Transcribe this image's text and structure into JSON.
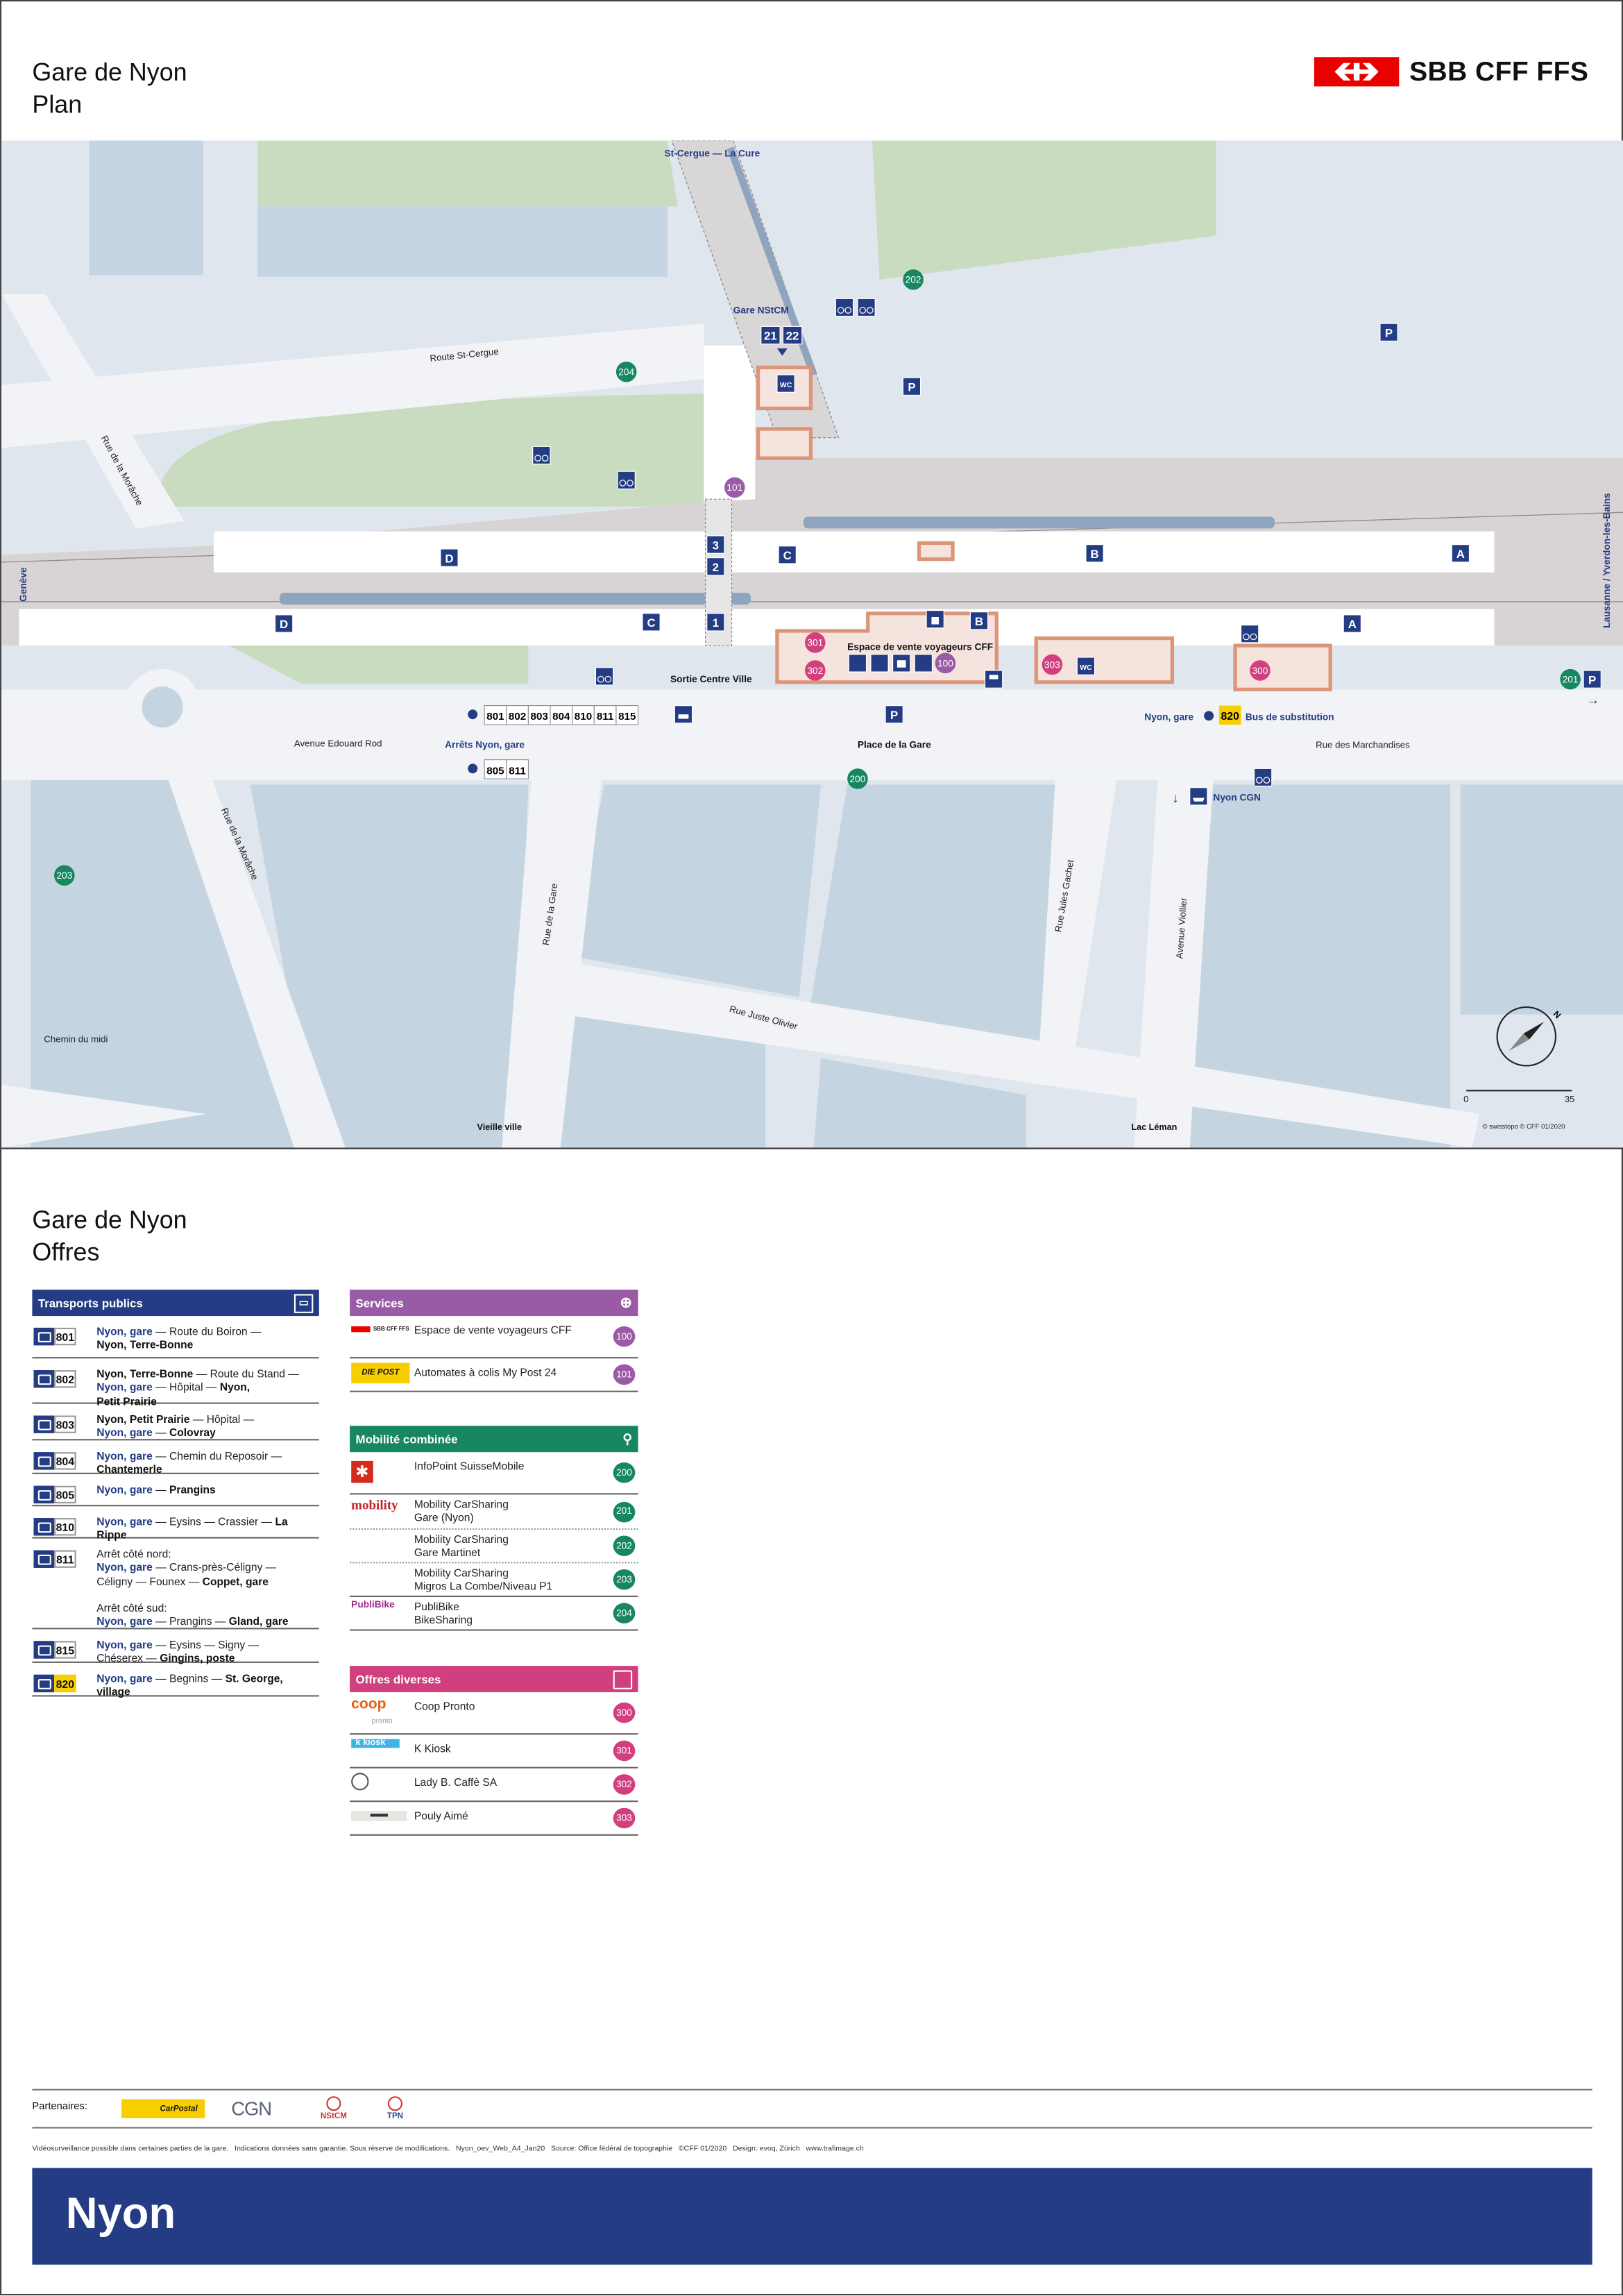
{
  "header": {
    "title": "Gare de Nyon",
    "subtitle": "Plan",
    "brand": "SBB CFF FFS"
  },
  "map": {
    "labels": {
      "st_cergue": "St-Cergue — La Cure",
      "gare_nstcm": "Gare NStCM",
      "route_st_cergue": "Route St-Cergue",
      "rue_moraiche_n": "Rue de la Morâche",
      "rue_moraiche_s": "Rue de la Morâche",
      "geneve": "Genève",
      "lausanne": "Lausanne / Yverdon-les-Bains",
      "sortie": "Sortie Centre Ville",
      "espace": "Espace de vente voyageurs CFF",
      "avenue_rod": "Avenue Edouard Rod",
      "arrets": "Arrêts Nyon, gare",
      "place_gare": "Place de la Gare",
      "nyon_gare": "Nyon, gare",
      "bus_sub": "Bus de substitution",
      "rue_marchandises": "Rue des Marchandises",
      "nyon_cgn": "Nyon CGN",
      "rue_gare": "Rue de la Gare",
      "rue_gachet": "Rue Jules Gachet",
      "av_viollier": "Avenue Viollier",
      "rue_olivier": "Rue Juste Olivier",
      "chemin_midi": "Chemin du midi",
      "vieille_ville": "Vieille ville",
      "lac_leman": "Lac Léman",
      "copyright": "© swisstopo  © CFF 01/2020",
      "scale_0": "0",
      "scale_35": "35",
      "north": "N",
      "wc": "WC",
      "parking": "P"
    },
    "sectors": {
      "a": "A",
      "b": "B",
      "c": "C",
      "d": "D"
    },
    "tracks": {
      "t1": "1",
      "t2": "2",
      "t3": "3",
      "t21": "21",
      "t22": "22"
    },
    "bus_stop_north": [
      "801",
      "802",
      "803",
      "804",
      "810",
      "811",
      "815"
    ],
    "bus_stop_south": [
      "805",
      "811"
    ],
    "replacement_bus": "820",
    "points": {
      "p100": "100",
      "p101": "101",
      "p200": "200",
      "p201": "201",
      "p202": "202",
      "p203": "203",
      "p204": "204",
      "p300": "300",
      "p301": "301",
      "p302": "302",
      "p303": "303"
    }
  },
  "offers": {
    "title": "Gare de Nyon",
    "subtitle": "Offres",
    "transports": {
      "title": "Transports publics",
      "icon": "bus-icon",
      "lines": [
        {
          "number": "801",
          "text": [
            [
              [
                "n",
                "Nyon, gare"
              ],
              [
                "r",
                " — Route du Boiron —"
              ]
            ],
            [
              [
                "b",
                "Nyon, Terre-Bonne"
              ]
            ]
          ]
        },
        {
          "number": "802",
          "text": [
            [
              [
                "b",
                "Nyon, Terre-Bonne"
              ],
              [
                "r",
                " — Route du Stand —"
              ]
            ],
            [
              [
                "n",
                "Nyon, gare"
              ],
              [
                "r",
                " — Hôpital — "
              ],
              [
                "b",
                "Nyon,"
              ]
            ],
            [
              [
                "b",
                "Petit Prairie"
              ]
            ]
          ]
        },
        {
          "number": "803",
          "text": [
            [
              [
                "b",
                "Nyon, Petit Prairie"
              ],
              [
                "r",
                " — Hôpital —"
              ]
            ],
            [
              [
                "n",
                "Nyon, gare"
              ],
              [
                "r",
                " — "
              ],
              [
                "b",
                "Colovray"
              ]
            ]
          ]
        },
        {
          "number": "804",
          "text": [
            [
              [
                "n",
                "Nyon, gare"
              ],
              [
                "r",
                " — Chemin du Reposoir —"
              ]
            ],
            [
              [
                "b",
                "Chantemerle"
              ]
            ]
          ]
        },
        {
          "number": "805",
          "text": [
            [
              [
                "n",
                "Nyon, gare"
              ],
              [
                "r",
                " — "
              ],
              [
                "b",
                "Prangins"
              ]
            ]
          ]
        },
        {
          "number": "810",
          "text": [
            [
              [
                "n",
                "Nyon, gare"
              ],
              [
                "r",
                " — Eysins — Crassier — "
              ],
              [
                "b",
                "La Rippe"
              ]
            ]
          ]
        },
        {
          "number": "811",
          "text": [
            [
              [
                "r",
                "Arrêt côté nord:"
              ]
            ],
            [
              [
                "n",
                "Nyon, gare"
              ],
              [
                "r",
                " — Crans-près-Céligny —"
              ]
            ],
            [
              [
                "r",
                "Céligny — Founex — "
              ],
              [
                "b",
                "Coppet, gare"
              ]
            ],
            [],
            [
              [
                "r",
                "Arrêt côté sud:"
              ]
            ],
            [
              [
                "n",
                "Nyon, gare"
              ],
              [
                "r",
                " — Prangins — "
              ],
              [
                "b",
                "Gland, gare"
              ]
            ]
          ]
        },
        {
          "number": "815",
          "text": [
            [
              [
                "n",
                "Nyon, gare"
              ],
              [
                "r",
                " — Eysins — Signy —"
              ]
            ],
            [
              [
                "r",
                "Chéserex — "
              ],
              [
                "b",
                "Gingins, poste"
              ]
            ]
          ]
        },
        {
          "number": "820",
          "highlight": "#f7cf00",
          "text": [
            [
              [
                "n",
                "Nyon, gare"
              ],
              [
                "r",
                " — Begnins — "
              ],
              [
                "b",
                "St. George, village"
              ]
            ]
          ]
        }
      ]
    },
    "services": {
      "title": "Services",
      "color": "#9a5ba6",
      "items": [
        {
          "logo": "SBB CFF FFS",
          "label": "Espace de vente voyageurs CFF",
          "number": "100"
        },
        {
          "logo": "DIE POST",
          "label": "Automates à colis My Post 24",
          "number": "101"
        }
      ]
    },
    "mobility": {
      "title": "Mobilité combinée",
      "color": "#168760",
      "items": [
        {
          "logo": "",
          "label": "InfoPoint SuisseMobile",
          "number": "200"
        },
        {
          "logo": "mobility",
          "label": "Mobility CarSharing\nGare (Nyon)",
          "number": "201"
        },
        {
          "logo": "",
          "label": "Mobility CarSharing\nGare Martinet",
          "number": "202"
        },
        {
          "logo": "",
          "label": "Mobility CarSharing\nMigros La Combe/Niveau P1",
          "number": "203"
        },
        {
          "logo": "PubliBike",
          "label": "PubliBike\nBikeSharing",
          "number": "204"
        }
      ]
    },
    "diverse": {
      "title": "Offres diverses",
      "color": "#d13f7f",
      "items": [
        {
          "logo": "coop",
          "logo_sub": "pronto",
          "label": "Coop Pronto",
          "number": "300"
        },
        {
          "logo": "k kiosk",
          "label": "K Kiosk",
          "number": "301"
        },
        {
          "logo": "",
          "label": "Lady B. Caffè SA",
          "number": "302"
        },
        {
          "logo": "",
          "label": "Pouly Aimé",
          "number": "303"
        }
      ]
    }
  },
  "partners": {
    "label": "Partenaires:",
    "logos": [
      "CarPostal",
      "CGN",
      "NStCM",
      "TPN"
    ]
  },
  "footer": {
    "text": "Vidéosurveillance possible dans certaines parties de la gare.   Indications données sans garantie. Sous réserve de modifications.   Nyon_oev_Web_A4_Jan20   Source: Office fédéral de topographie   ©CFF 01/2020   Design: evoq, Zürich   www.trafimage.ch"
  },
  "station_name": "Nyon",
  "colors": {
    "navy": "#233c84",
    "sbb_red": "#eb0000",
    "services": "#9a5ba6",
    "mobility": "#168760",
    "diverse": "#d13f7f",
    "bus_820": "#f7cf00"
  }
}
